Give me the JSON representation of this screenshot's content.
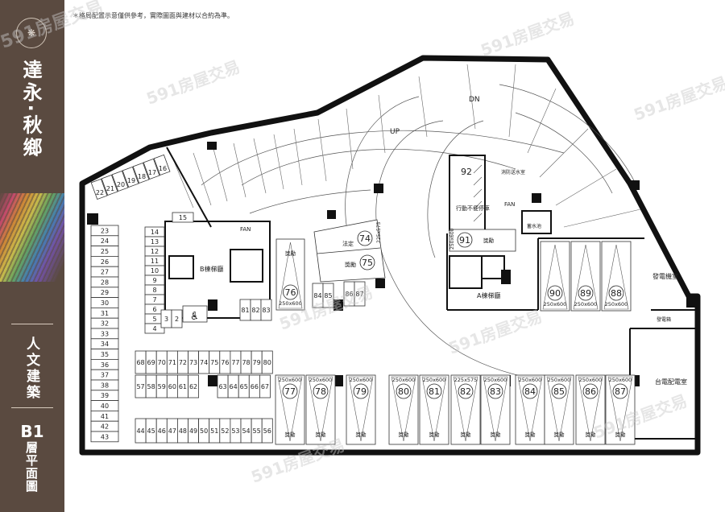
{
  "sidebar": {
    "logo_glyph": "❋",
    "brand_name": "達永‧秋鄉",
    "section_label": "人文建築",
    "floor_code": "B1",
    "floor_name": "層平面圖"
  },
  "header": {
    "disclaimer": "＊格局配置示意僅供參考，實際圖面與建材以合約為準。"
  },
  "watermark": {
    "text": "591房屋交易"
  },
  "plan": {
    "directions": {
      "up": "UP",
      "down": "DN"
    },
    "rooms": {
      "stair_b": "B棟梯廳",
      "stair_a": "A棟梯廳",
      "fan": "FAN",
      "generator": "發電機室",
      "power": "台電配電室",
      "disabled": "行動不便停車",
      "fire_control": "消防送水室",
      "water_tank": "蓄水池",
      "power_box": "發電箱"
    },
    "motorcycle_left": [
      "23",
      "24",
      "25",
      "26",
      "27",
      "28",
      "29",
      "30",
      "31",
      "32",
      "33",
      "34",
      "35",
      "36",
      "37",
      "38",
      "39",
      "40",
      "41",
      "42",
      "43"
    ],
    "motorcycle_diag": [
      "22",
      "21",
      "20",
      "19",
      "18",
      "17",
      "16"
    ],
    "motorcycle_center": [
      "15",
      "14",
      "13",
      "12",
      "11",
      "10",
      "9",
      "8",
      "7",
      "6",
      "5",
      "4",
      "3",
      "2",
      "1"
    ],
    "motorcycle_row_top": [
      "68",
      "69",
      "70",
      "71",
      "72",
      "73",
      "74",
      "75",
      "76",
      "77",
      "78",
      "79",
      "80"
    ],
    "motorcycle_row_mid_a": [
      "57",
      "58",
      "59",
      "60",
      "61",
      "62"
    ],
    "motorcycle_row_mid_b": [
      "63",
      "64",
      "65",
      "66",
      "67"
    ],
    "motorcycle_row_bottom": [
      "44",
      "45",
      "46",
      "47",
      "48",
      "49",
      "50",
      "51",
      "52",
      "53",
      "54",
      "55",
      "56"
    ],
    "motorcycle_small": [
      "81",
      "82",
      "83",
      "84",
      "85",
      "86",
      "87"
    ],
    "car_spaces": [
      {
        "num": "76",
        "size": "250x600",
        "type": "獎勵"
      },
      {
        "num": "74",
        "size": "",
        "type": "法定"
      },
      {
        "num": "75",
        "size": "225x575",
        "type": "獎勵"
      },
      {
        "num": "91",
        "size": "250x600",
        "type": "獎勵"
      },
      {
        "num": "92",
        "size": "",
        "type": ""
      },
      {
        "num": "90",
        "size": "250x600",
        "type": ""
      },
      {
        "num": "89",
        "size": "250x600",
        "type": ""
      },
      {
        "num": "88",
        "size": "250x600",
        "type": ""
      },
      {
        "num": "77",
        "size": "250x600",
        "type": "獎勵"
      },
      {
        "num": "78",
        "size": "250x600",
        "type": "獎勵"
      },
      {
        "num": "79",
        "size": "250x600",
        "type": "獎勵"
      },
      {
        "num": "80",
        "size": "250x600",
        "type": "獎勵"
      },
      {
        "num": "81",
        "size": "250x600",
        "type": "獎勵"
      },
      {
        "num": "82",
        "size": "225x575",
        "type": "獎勵"
      },
      {
        "num": "83",
        "size": "250x600",
        "type": "獎勵"
      },
      {
        "num": "84",
        "size": "250x600",
        "type": "獎勵"
      },
      {
        "num": "85",
        "size": "250x600",
        "type": "獎勵"
      },
      {
        "num": "86",
        "size": "250x600",
        "type": "獎勵"
      },
      {
        "num": "87",
        "size": "250x600",
        "type": "獎勵"
      }
    ]
  }
}
